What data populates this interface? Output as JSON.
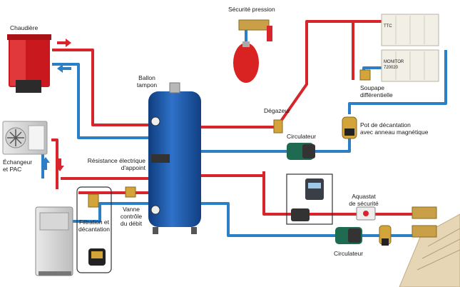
{
  "colors": {
    "hot": "#d8252b",
    "cold": "#2a7fc6",
    "tank": "#1c55a8",
    "expansion": "#d92323"
  },
  "labels": {
    "chaudiere": "Chaudière",
    "securite_pression": "Sécurité pression",
    "ballon_line1": "Ballon",
    "ballon_line2": "tampon",
    "degazeur": "Dégazeur",
    "soupape_line1": "Soupape",
    "soupape_line2": "différentielle",
    "pot_line1": "Pot de décantation",
    "pot_line2": "avec anneau magnétique",
    "circulateur_top": "Circulateur",
    "circulateur_bottom": "Circulateur",
    "resistance_line1": "Résistance électrique",
    "resistance_line2": "d'appoint",
    "echangeur_line1": "Échangeur",
    "echangeur_line2": "et PAC",
    "vanne_line1": "Vanne",
    "vanne_line2": "contrôle",
    "vanne_line3": "du débit",
    "filtration_line1": "Filtration et",
    "filtration_line2": "décantation",
    "aquastat_line1": "Aquastat",
    "aquastat_line2": "de sécurité",
    "radiator_top": "TTC",
    "radiator_bottom_1": "MONITOR",
    "radiator_bottom_2": "720020"
  }
}
